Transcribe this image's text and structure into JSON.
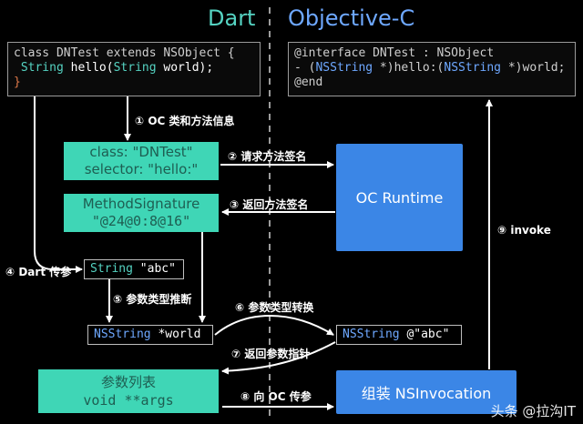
{
  "headings": {
    "dart": "Dart",
    "objc": "Objective-C"
  },
  "dart_code": {
    "line1": "class DNTest extends NSObject {",
    "line2_type": "String",
    "line2_fn": " hello(",
    "line2_type2": "String",
    "line2_rest": " world);",
    "line3": "}"
  },
  "objc_code": {
    "line1": "@interface DNTest : NSObject",
    "line2_a": "- (",
    "line2_type": "NSString",
    "line2_b": " *)hello:(",
    "line2_type2": "NSString",
    "line2_c": " *)world;",
    "line3": "@end"
  },
  "boxes": {
    "class_selector_1": "class: \"DNTest\"",
    "class_selector_2": "selector: \"hello:\"",
    "method_sig_1": "MethodSignature",
    "method_sig_2": "\"@24@0:8@16\"",
    "oc_runtime": "OC Runtime",
    "string_abc_type": "String",
    "string_abc_val": " \"abc\"",
    "nsstring_world_type": "NSString",
    "nsstring_world_val": " *world",
    "nsstring_abc_type": "NSString",
    "nsstring_abc_val": " @\"abc\"",
    "arg_list_1": "参数列表",
    "arg_list_2": "void **args",
    "nsinvocation": "组装 NSInvocation"
  },
  "steps": {
    "s1": "① OC 类和方法信息",
    "s2": "② 请求方法签名",
    "s3": "③ 返回方法签名",
    "s4": "④ Dart 传参",
    "s5": "⑤ 参数类型推断",
    "s6": "⑥ 参数类型转换",
    "s7": "⑦ 返回参数指针",
    "s8": "⑧ 向 OC 传参",
    "s9": "⑨ invoke"
  },
  "watermark": "头条 @拉沟IT"
}
